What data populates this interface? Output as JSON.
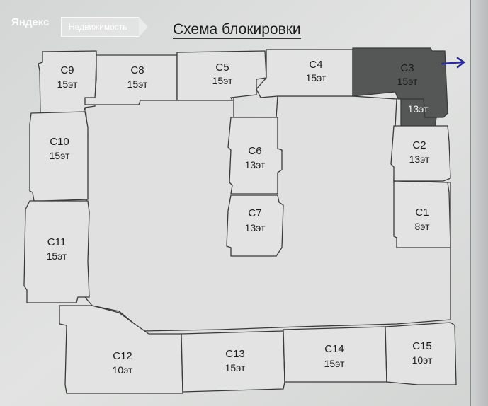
{
  "watermark": {
    "logo": "Яндекс",
    "tag": "Недвижимость"
  },
  "title": "Схема блокировки",
  "colors": {
    "highlight": "#555756",
    "arrow": "#2a2aa0",
    "outline": "#3a3a3a"
  },
  "sections": [
    {
      "id": "c9",
      "name": "С9",
      "floors": "15эт"
    },
    {
      "id": "c8",
      "name": "С8",
      "floors": "15эт"
    },
    {
      "id": "c5",
      "name": "С5",
      "floors": "15эт"
    },
    {
      "id": "c4",
      "name": "С4",
      "floors": "15эт"
    },
    {
      "id": "c3",
      "name": "С3",
      "floors": "15эт",
      "extra_floors": "13эт",
      "highlighted": true
    },
    {
      "id": "c10",
      "name": "С10",
      "floors": "15эт"
    },
    {
      "id": "c6",
      "name": "С6",
      "floors": "13эт"
    },
    {
      "id": "c2",
      "name": "С2",
      "floors": "13эт"
    },
    {
      "id": "c7",
      "name": "С7",
      "floors": "13эт"
    },
    {
      "id": "c1",
      "name": "С1",
      "floors": "8эт"
    },
    {
      "id": "c11",
      "name": "С11",
      "floors": "15эт"
    },
    {
      "id": "c12",
      "name": "С12",
      "floors": "10эт"
    },
    {
      "id": "c13",
      "name": "С13",
      "floors": "15эт"
    },
    {
      "id": "c14",
      "name": "С14",
      "floors": "15эт"
    },
    {
      "id": "c15",
      "name": "С15",
      "floors": "10эт"
    }
  ]
}
